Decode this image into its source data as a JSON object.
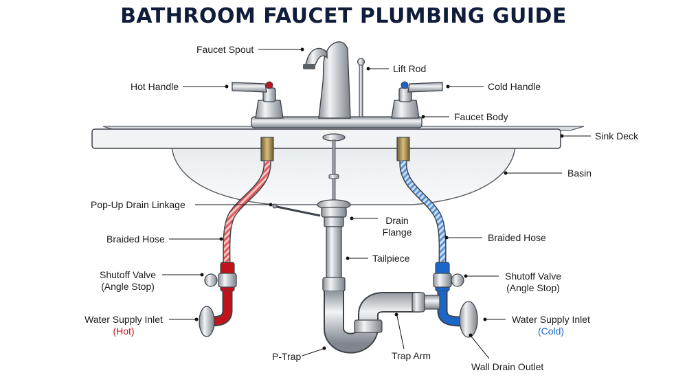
{
  "title": "BATHROOM FAUCET PLUMBING GUIDE",
  "labels": {
    "faucet_spout": "Faucet Spout",
    "lift_rod": "Lift Rod",
    "hot_handle": "Hot Handle",
    "cold_handle": "Cold Handle",
    "faucet_body": "Faucet Body",
    "sink_deck": "Sink Deck",
    "basin": "Basin",
    "popup_linkage": "Pop-Up Drain Linkage",
    "drain_flange_1": "Drain",
    "drain_flange_2": "Flange",
    "braided_hose_left": "Braided Hose",
    "braided_hose_right": "Braided Hose",
    "tailpiece": "Tailpiece",
    "shutoff_left_1": "Shutoff Valve",
    "shutoff_left_2": "(Angle Stop)",
    "shutoff_right_1": "Shutoff Valve",
    "shutoff_right_2": "(Angle Stop)",
    "supply_left": "Water Supply Inlet",
    "supply_left_sub": "(Hot)",
    "supply_right": "Water Supply Inlet",
    "supply_right_sub": "(Cold)",
    "p_trap": "P-Trap",
    "trap_arm": "Trap Arm",
    "wall_drain": "Wall Drain Outlet"
  },
  "colors": {
    "hot": "#c0131b",
    "cold": "#1b66c9",
    "title": "#0f1d3a"
  }
}
